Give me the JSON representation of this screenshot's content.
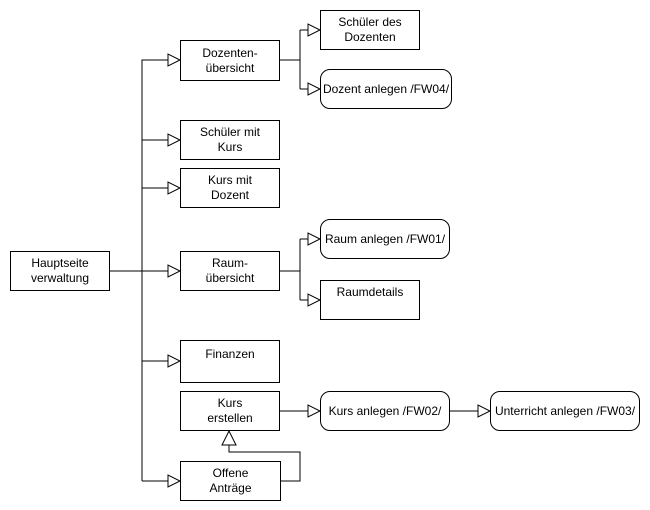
{
  "diagram": {
    "kind": "sitemap-flowchart",
    "language": "de",
    "colors": {
      "background": "#ffffff",
      "node_fill": "#ffffff",
      "node_stroke": "#000000",
      "edge_stroke": "#000000",
      "text": "#000000"
    },
    "arrow_style": "open-triangle",
    "nodes": {
      "hauptseite_verwaltung": {
        "shape": "rect",
        "lines": [
          "Hauptseite",
          "verwaltung"
        ]
      },
      "dozenten_uebersicht": {
        "shape": "rect",
        "lines": [
          "Dozenten-",
          "übersicht"
        ]
      },
      "schueler_des_dozenten": {
        "shape": "rect",
        "lines": [
          "Schüler des",
          "Dozenten"
        ]
      },
      "dozent_anlegen": {
        "shape": "rounded",
        "lines": [
          "Dozent anlegen /FW04/"
        ]
      },
      "schueler_mit_kurs": {
        "shape": "rect",
        "lines": [
          "Schüler mit",
          "Kurs"
        ]
      },
      "kurs_mit_dozent": {
        "shape": "rect",
        "lines": [
          "Kurs mit",
          "Dozent"
        ]
      },
      "raum_uebersicht": {
        "shape": "rect",
        "lines": [
          "Raum-",
          "übersicht"
        ]
      },
      "raum_anlegen": {
        "shape": "rounded",
        "lines": [
          "Raum anlegen /FW01/"
        ]
      },
      "raumdetails": {
        "shape": "rect",
        "lines": [
          "Raumdetails",
          ""
        ]
      },
      "finanzen": {
        "shape": "rect",
        "lines": [
          "Finanzen",
          ""
        ]
      },
      "kurs_erstellen": {
        "shape": "rect",
        "lines": [
          "Kurs",
          "erstellen"
        ]
      },
      "kurs_anlegen": {
        "shape": "rounded",
        "lines": [
          "Kurs anlegen /FW02/"
        ]
      },
      "unterricht_anlegen": {
        "shape": "rounded",
        "lines": [
          "Unterricht anlegen /FW03/"
        ]
      },
      "offene_antraege": {
        "shape": "rect",
        "lines": [
          "Offene",
          "Anträge"
        ]
      }
    },
    "edges": [
      {
        "from": "hauptseite_verwaltung",
        "to": "dozenten_uebersicht"
      },
      {
        "from": "hauptseite_verwaltung",
        "to": "schueler_mit_kurs"
      },
      {
        "from": "hauptseite_verwaltung",
        "to": "kurs_mit_dozent"
      },
      {
        "from": "hauptseite_verwaltung",
        "to": "raum_uebersicht"
      },
      {
        "from": "hauptseite_verwaltung",
        "to": "finanzen"
      },
      {
        "from": "hauptseite_verwaltung",
        "to": "offene_antraege"
      },
      {
        "from": "dozenten_uebersicht",
        "to": "schueler_des_dozenten"
      },
      {
        "from": "dozenten_uebersicht",
        "to": "dozent_anlegen"
      },
      {
        "from": "raum_uebersicht",
        "to": "raum_anlegen"
      },
      {
        "from": "raum_uebersicht",
        "to": "raumdetails"
      },
      {
        "from": "kurs_erstellen",
        "to": "kurs_anlegen"
      },
      {
        "from": "kurs_anlegen",
        "to": "unterricht_anlegen"
      },
      {
        "from": "offene_antraege",
        "to": "kurs_erstellen"
      }
    ]
  }
}
